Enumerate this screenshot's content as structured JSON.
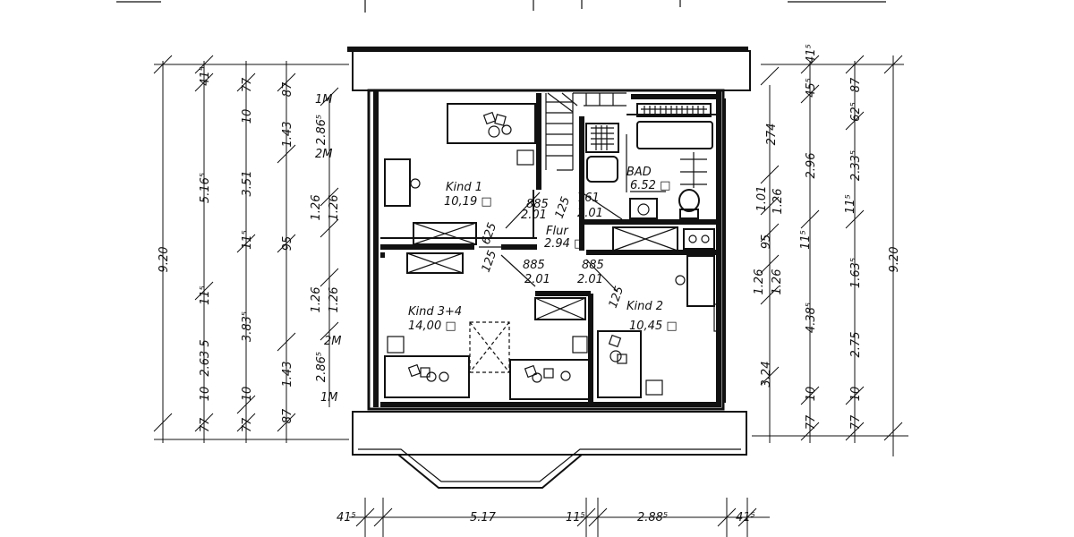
{
  "rooms": {
    "kind1": {
      "name": "Kind  1",
      "area": "10,19 □"
    },
    "bad": {
      "name": "BAD",
      "area": "6.52 □"
    },
    "flur": {
      "name": "Flur",
      "area": "2.94 □"
    },
    "kind34": {
      "name": "Kind   3+4",
      "area": "14,00 □"
    },
    "kind2": {
      "name": "Kind  2",
      "area": "10,45 □"
    }
  },
  "door_labels": {
    "d1_top": "885",
    "d1_bot": "2.01",
    "d2_top": "761",
    "d2_bot": "2.01",
    "d3_top": "885",
    "d3_bot": "2.01",
    "d4_top": "885",
    "d4_bot": "2.01",
    "small_a": "125",
    "small_b": "625",
    "small_c": "125",
    "small_d": "125"
  },
  "left_outer": {
    "total": "9.20",
    "a": "5.16⁵",
    "b": "2.63 5"
  },
  "left_mid": {
    "a": "77",
    "b": "10",
    "c": "3.51",
    "d": "11⁵",
    "e": "3.83⁵",
    "f": "10",
    "g": "77"
  },
  "left_inner": {
    "a": "87",
    "b": "1.43",
    "c": "95",
    "d": "1.43",
    "e": "87",
    "f": "41⁵",
    "g": "11⁵",
    "h": "10",
    "i": "77"
  },
  "left_wall": {
    "a": "2.86⁵",
    "b": "1.26",
    "c": "1.26",
    "d": "1.26",
    "e": "1.26",
    "f": "2.86⁵"
  },
  "left_marks": {
    "m1": "1M",
    "m2": "2M",
    "m3": "2M",
    "m4": "1M"
  },
  "right_inner": {
    "a": "274",
    "b": "1.01",
    "c": "1.26",
    "d": "95",
    "e": "1.26",
    "f": "1.26",
    "g": "3.24"
  },
  "right_mid": {
    "a": "45⁵",
    "b": "2.96",
    "c": "11⁵",
    "d": "4.38⁵",
    "e": "10",
    "f": "77"
  },
  "right_outer2": {
    "a": "62⁵",
    "b": "87",
    "c": "2.33⁵",
    "d": "11⁵",
    "e": "1.63⁵",
    "f": "2.75",
    "g": "10",
    "h": "77"
  },
  "right_outer": {
    "total": "9.20",
    "a": "41⁵"
  },
  "bottom": {
    "a": "41⁵",
    "b": "5.17",
    "c": "11⁵",
    "d": "2.88⁵",
    "e": "41⁵"
  }
}
